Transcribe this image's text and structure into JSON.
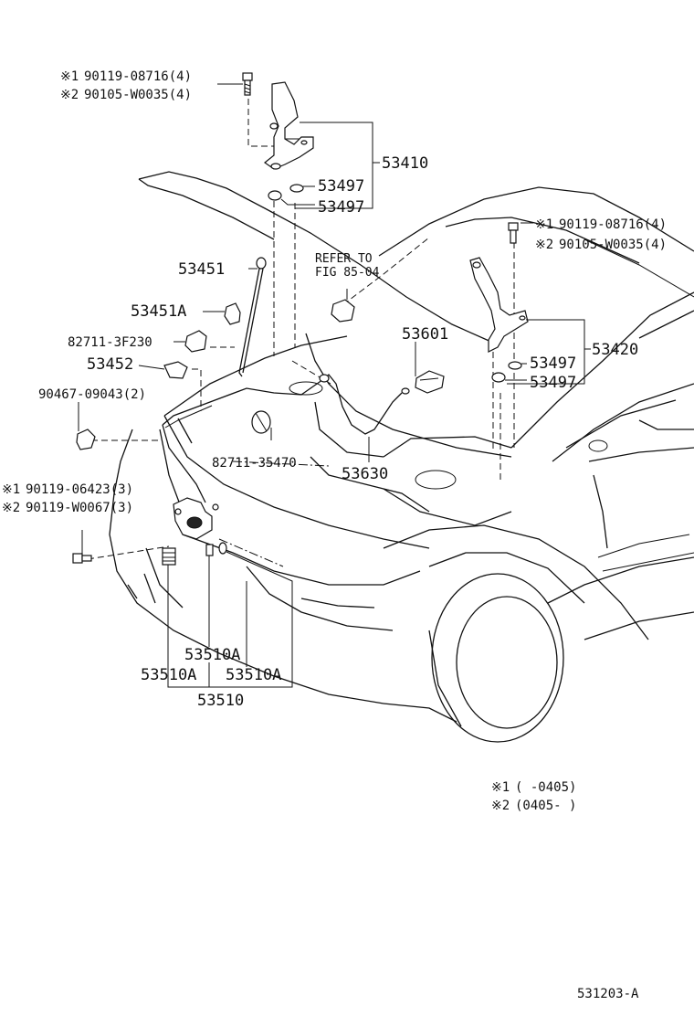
{
  "diagram": {
    "callouts": {
      "bolt_top_1": "90119-08716(4)",
      "bolt_top_2": "90105-W0035(4)",
      "hinge_left": "53410",
      "washer_l1": "53497",
      "washer_l2": "53497",
      "bolt_right_1": "90119-08716(4)",
      "bolt_right_2": "90105-W0035(4)",
      "refer_1": "REFER TO",
      "refer_2": "FIG 85-04",
      "support_rod": "53451",
      "rod_holder": "53451A",
      "clip_1": "82711-3F230",
      "clip_2": "53452",
      "clip_3": "90467-09043(2)",
      "release_lever": "53601",
      "hinge_right": "53420",
      "washer_r1": "53497",
      "washer_r2": "53497",
      "clamp": "82711-35470",
      "release_cable": "53630",
      "bolt_lock_1": "90119-06423(3)",
      "bolt_lock_2": "90119-W0067(3)",
      "lock_a_mid": "53510A",
      "lock_a_left": "53510A",
      "lock_a_right": "53510A",
      "lock_assy": "53510"
    },
    "marks": {
      "m1": "※1",
      "m2": "※2"
    },
    "notes": {
      "note1_range": "(    -0405)",
      "note2_range": "(0405-     )"
    },
    "figure_id": "531203-A"
  }
}
